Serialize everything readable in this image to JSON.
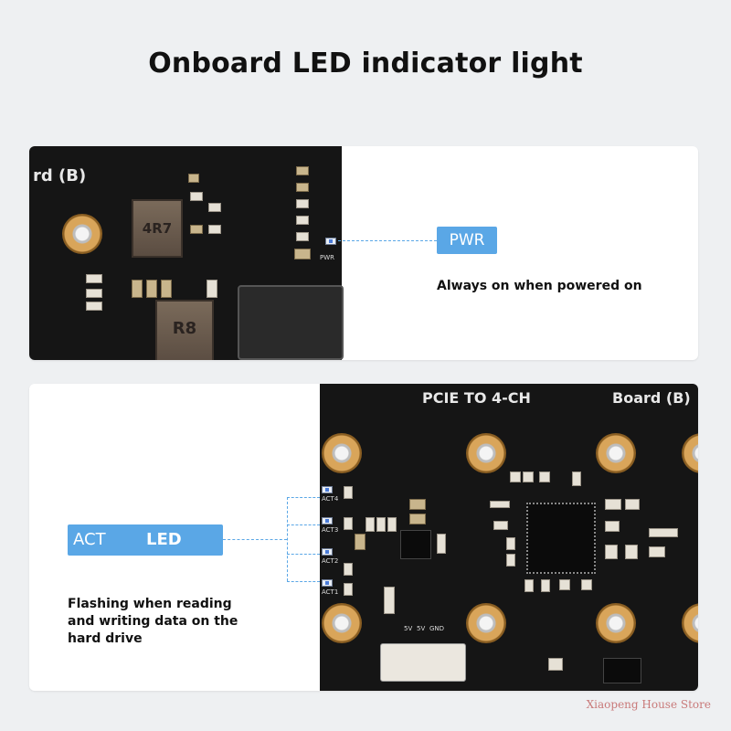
{
  "title": "Onboard LED indicator light",
  "top_panel": {
    "board_label": "rd (B)",
    "inductor_a": "4R7",
    "inductor_b": "R8",
    "led_silk": "PWR",
    "tag": "PWR",
    "description": "Always on when powered on"
  },
  "bottom_panel": {
    "board_label_left": "PCIE TO 4-CH",
    "board_label_right": "Board (B)",
    "act_leds": [
      "ACT4",
      "ACT3",
      "ACT2",
      "ACT1"
    ],
    "connector_pins": [
      "5V",
      "5V",
      "GND"
    ],
    "tag_left": "ACT",
    "tag_right": "LED",
    "description_lines": [
      "Flashing when reading",
      "and writing data on the",
      "hard drive"
    ]
  },
  "watermark": "Xiaopeng House Store",
  "colors": {
    "accent": "#5aa7e6",
    "board": "#151515",
    "background": "#eef0f2"
  }
}
